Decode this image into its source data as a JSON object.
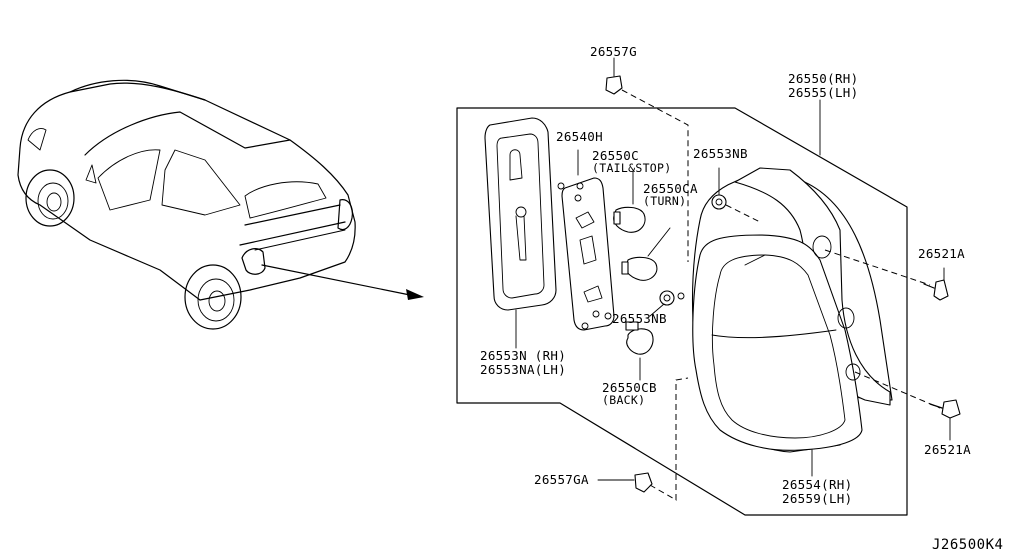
{
  "diagram_code": "J26500K4",
  "parts": {
    "p26557G": "26557G",
    "p26550_rh": "26550(RH)",
    "p26555_lh": "26555(LH)",
    "p26540H": "26540H",
    "p26550C": "26550C",
    "p26550C_note": "(TAIL&STOP)",
    "p26553NB_top": "26553NB",
    "p26550CA": "26550CA",
    "p26550CA_note": "(TURN)",
    "p26521A_top": "26521A",
    "p26553NB_mid": "26553NB",
    "p26553N_rh": "26553N (RH)",
    "p26553NA_lh": "26553NA(LH)",
    "p26550CB": "26550CB",
    "p26550CB_note": "(BACK)",
    "p26521A_bot": "26521A",
    "p26557GA": "26557GA",
    "p26554_rh": "26554(RH)",
    "p26559_lh": "26559(LH)"
  }
}
